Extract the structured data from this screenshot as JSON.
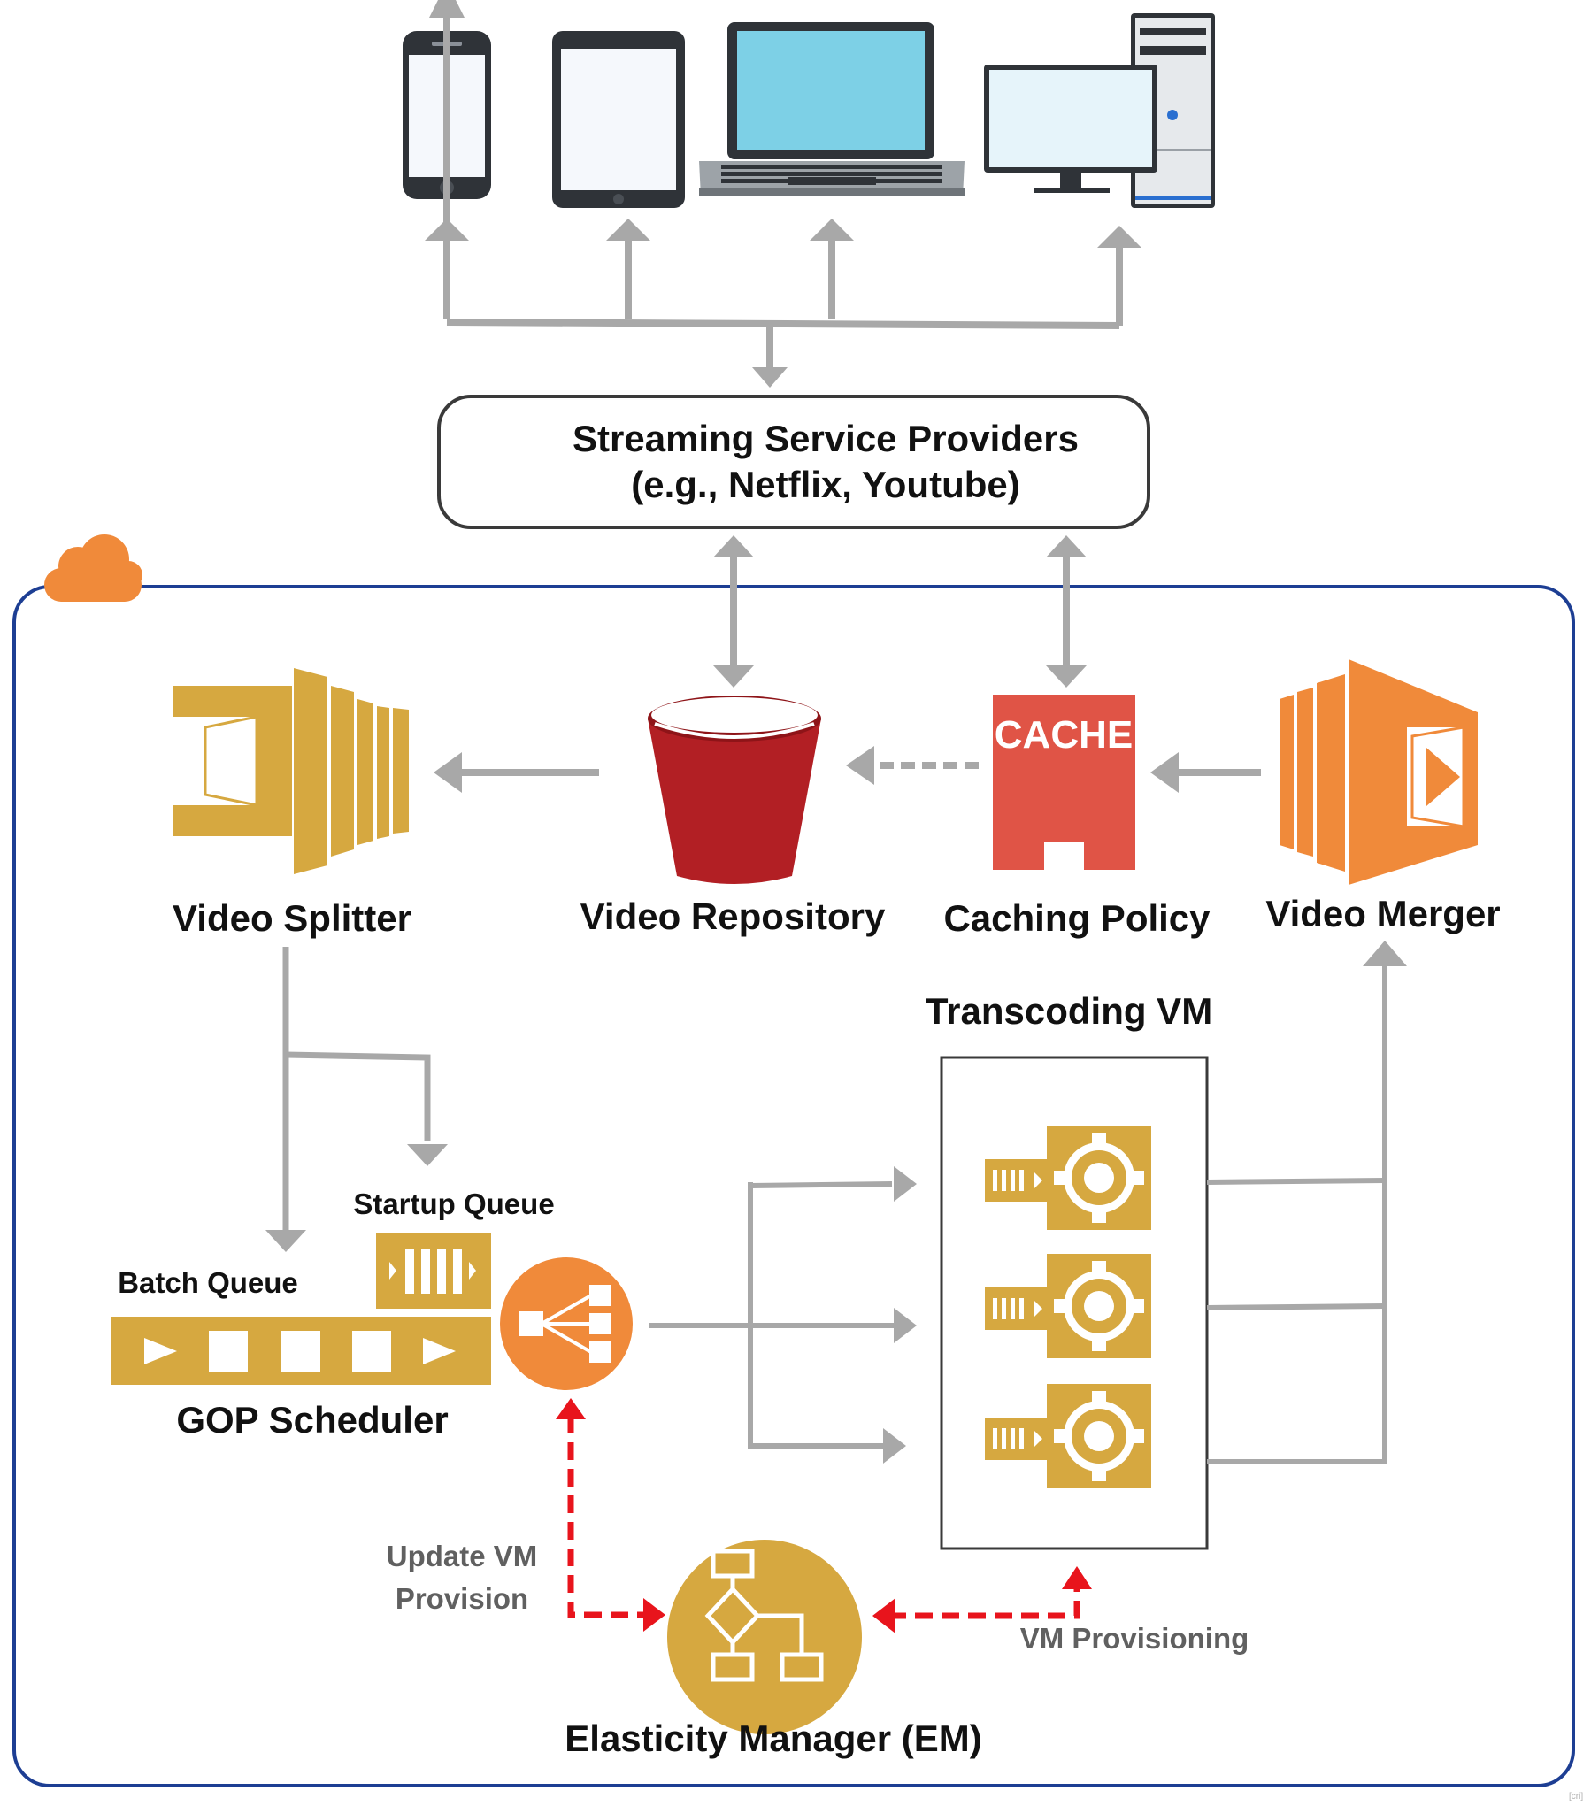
{
  "colors": {
    "gold": "#D6A840",
    "orange": "#F08A3A",
    "bucket_red": "#B21F24",
    "cache_red": "#E05446",
    "cloud_border": "#1D3E93",
    "arrow_gray": "#A8A8A8",
    "dashed_red": "#E8141C",
    "screen_blue": "#7DD0E6"
  },
  "devices": [
    {
      "name": "smartphone-icon"
    },
    {
      "name": "tablet-icon"
    },
    {
      "name": "laptop-icon"
    },
    {
      "name": "desktop-icon"
    }
  ],
  "providers": {
    "line1": "Streaming Service Providers",
    "line2": "(e.g., Netflix, Youtube)"
  },
  "cloud": {
    "icon": "cloud-icon"
  },
  "components": {
    "video_splitter": "Video Splitter",
    "video_repository": "Video Repository",
    "caching_policy": "Caching Policy",
    "cache_icon_text": "CACHE",
    "video_merger": "Video Merger",
    "transcoding_vm": "Transcoding VM",
    "startup_queue": "Startup Queue",
    "batch_queue": "Batch Queue",
    "gop_scheduler": "GOP Scheduler",
    "elasticity_manager": "Elasticity Manager (EM)"
  },
  "annotations": {
    "update_vm_line1": "Update VM",
    "update_vm_line2": "Provision",
    "vm_provisioning": "VM Provisioning"
  },
  "corner_mark": "[cri]"
}
